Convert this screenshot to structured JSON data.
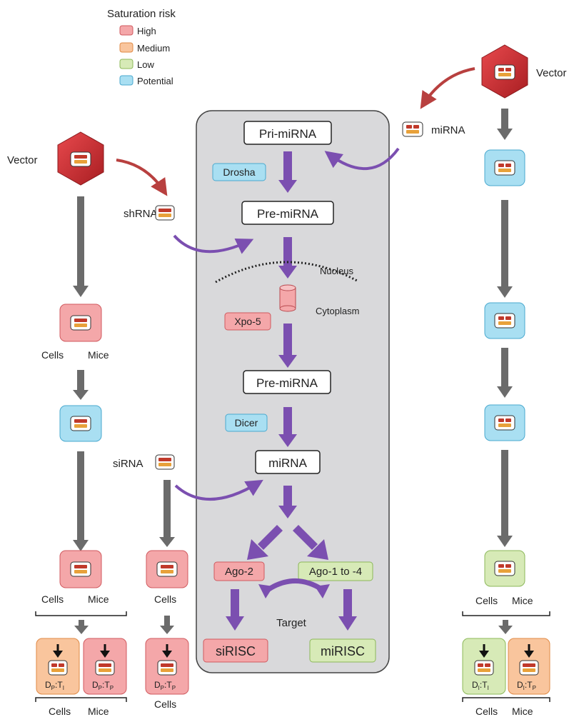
{
  "legend": {
    "title": "Saturation risk",
    "items": [
      {
        "label": "High",
        "color": "#f08a8f"
      },
      {
        "label": "Medium",
        "color": "#f7b27f"
      },
      {
        "label": "Low",
        "color": "#c6df9e"
      },
      {
        "label": "Potential",
        "color": "#8fd3ec"
      }
    ]
  },
  "colors": {
    "high_fill": "#f4a7a9",
    "high_stroke": "#d05a5f",
    "medium_fill": "#f9c59d",
    "medium_stroke": "#e08a45",
    "low_fill": "#d7eab7",
    "low_stroke": "#8cb85a",
    "potential_fill": "#a9dff2",
    "potential_stroke": "#4aa9cf",
    "pathway_arrow": "#7b4fb0",
    "vector_arrow": "#b8403f",
    "grey_arrow": "#6b6b6b",
    "panel_fill": "#d9d9db"
  },
  "pathway": {
    "pri_mirna": "Pri-miRNA",
    "drosha": "Drosha",
    "pre_mirna_1": "Pre-miRNA",
    "nucleus": "Nucleus",
    "cytoplasm": "Cytoplasm",
    "xpo5": "Xpo-5",
    "pre_mirna_2": "Pre-miRNA",
    "dicer": "Dicer",
    "mirna": "miRNA",
    "ago2": "Ago-2",
    "ago1to4": "Ago-1 to -4",
    "target": "Target",
    "sirisc": "siRISC",
    "mirisc": "miRISC"
  },
  "left": {
    "vector": "Vector",
    "shrna": "shRNA",
    "sirna": "siRNA",
    "cells": "Cells",
    "mice": "Mice",
    "outcome_a": {
      "d": "D",
      "d_sub": "P",
      "t": "T",
      "t_sub": "I"
    },
    "outcome_b": {
      "d": "D",
      "d_sub": "P",
      "t": "T",
      "t_sub": "P"
    },
    "outcome_c": {
      "d": "D",
      "d_sub": "P",
      "t": "T",
      "t_sub": "P"
    }
  },
  "right": {
    "vector": "Vector",
    "mirna": "miRNA",
    "cells": "Cells",
    "mice": "Mice",
    "outcome_a": {
      "d": "D",
      "d_sub": "I",
      "t": "T",
      "t_sub": "I"
    },
    "outcome_b": {
      "d": "D",
      "d_sub": "I",
      "t": "T",
      "t_sub": "P"
    }
  }
}
